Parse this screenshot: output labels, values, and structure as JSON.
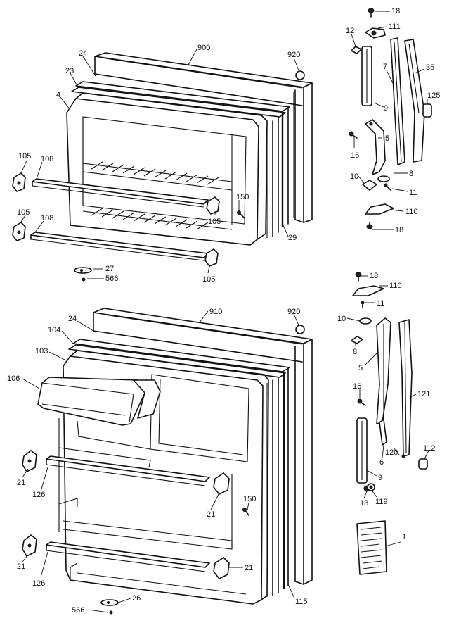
{
  "upper_labels": [
    {
      "id": "l18a",
      "text": "18"
    },
    {
      "id": "l111",
      "text": "111"
    },
    {
      "id": "l12",
      "text": "12"
    },
    {
      "id": "l7",
      "text": "7"
    },
    {
      "id": "l35",
      "text": "35"
    },
    {
      "id": "l900",
      "text": "900"
    },
    {
      "id": "l920a",
      "text": "920"
    },
    {
      "id": "l24a",
      "text": "24"
    },
    {
      "id": "l23",
      "text": "23"
    },
    {
      "id": "l4",
      "text": "4"
    },
    {
      "id": "l9a",
      "text": "9"
    },
    {
      "id": "l125",
      "text": "125"
    },
    {
      "id": "l16a",
      "text": "16"
    },
    {
      "id": "l5a",
      "text": "5"
    },
    {
      "id": "l105a",
      "text": "105"
    },
    {
      "id": "l108a",
      "text": "108"
    },
    {
      "id": "l10a",
      "text": "10"
    },
    {
      "id": "l8a",
      "text": "8"
    },
    {
      "id": "l11a",
      "text": "11"
    },
    {
      "id": "l150a",
      "text": "150"
    },
    {
      "id": "l105b",
      "text": "105"
    },
    {
      "id": "l110a",
      "text": "110"
    },
    {
      "id": "l105c",
      "text": "105"
    },
    {
      "id": "l108b",
      "text": "108"
    },
    {
      "id": "l18b",
      "text": "18"
    },
    {
      "id": "l29",
      "text": "29"
    },
    {
      "id": "l27",
      "text": "27"
    },
    {
      "id": "l566a",
      "text": "566"
    },
    {
      "id": "l105d",
      "text": "105"
    }
  ],
  "lower_labels": [
    {
      "id": "l18c",
      "text": "18"
    },
    {
      "id": "l110b",
      "text": "110"
    },
    {
      "id": "l11b",
      "text": "11"
    },
    {
      "id": "l910",
      "text": "910"
    },
    {
      "id": "l920b",
      "text": "920"
    },
    {
      "id": "l10b",
      "text": "10"
    },
    {
      "id": "l24b",
      "text": "24"
    },
    {
      "id": "l104",
      "text": "104"
    },
    {
      "id": "l8b",
      "text": "8"
    },
    {
      "id": "l103",
      "text": "103"
    },
    {
      "id": "l5b",
      "text": "5"
    },
    {
      "id": "l106",
      "text": "106"
    },
    {
      "id": "l16b",
      "text": "16"
    },
    {
      "id": "l121",
      "text": "121"
    },
    {
      "id": "l120",
      "text": "120"
    },
    {
      "id": "l112",
      "text": "112"
    },
    {
      "id": "l6",
      "text": "6"
    },
    {
      "id": "l9b",
      "text": "9"
    },
    {
      "id": "l21a",
      "text": "21"
    },
    {
      "id": "l126a",
      "text": "126"
    },
    {
      "id": "l13",
      "text": "13"
    },
    {
      "id": "l119",
      "text": "119"
    },
    {
      "id": "l21b",
      "text": "21"
    },
    {
      "id": "l150b",
      "text": "150"
    },
    {
      "id": "l1",
      "text": "1"
    },
    {
      "id": "l21c",
      "text": "21"
    },
    {
      "id": "l21d",
      "text": "21"
    },
    {
      "id": "l126b",
      "text": "126"
    },
    {
      "id": "l115",
      "text": "115"
    },
    {
      "id": "l26",
      "text": "26"
    },
    {
      "id": "l566b",
      "text": "566"
    }
  ]
}
